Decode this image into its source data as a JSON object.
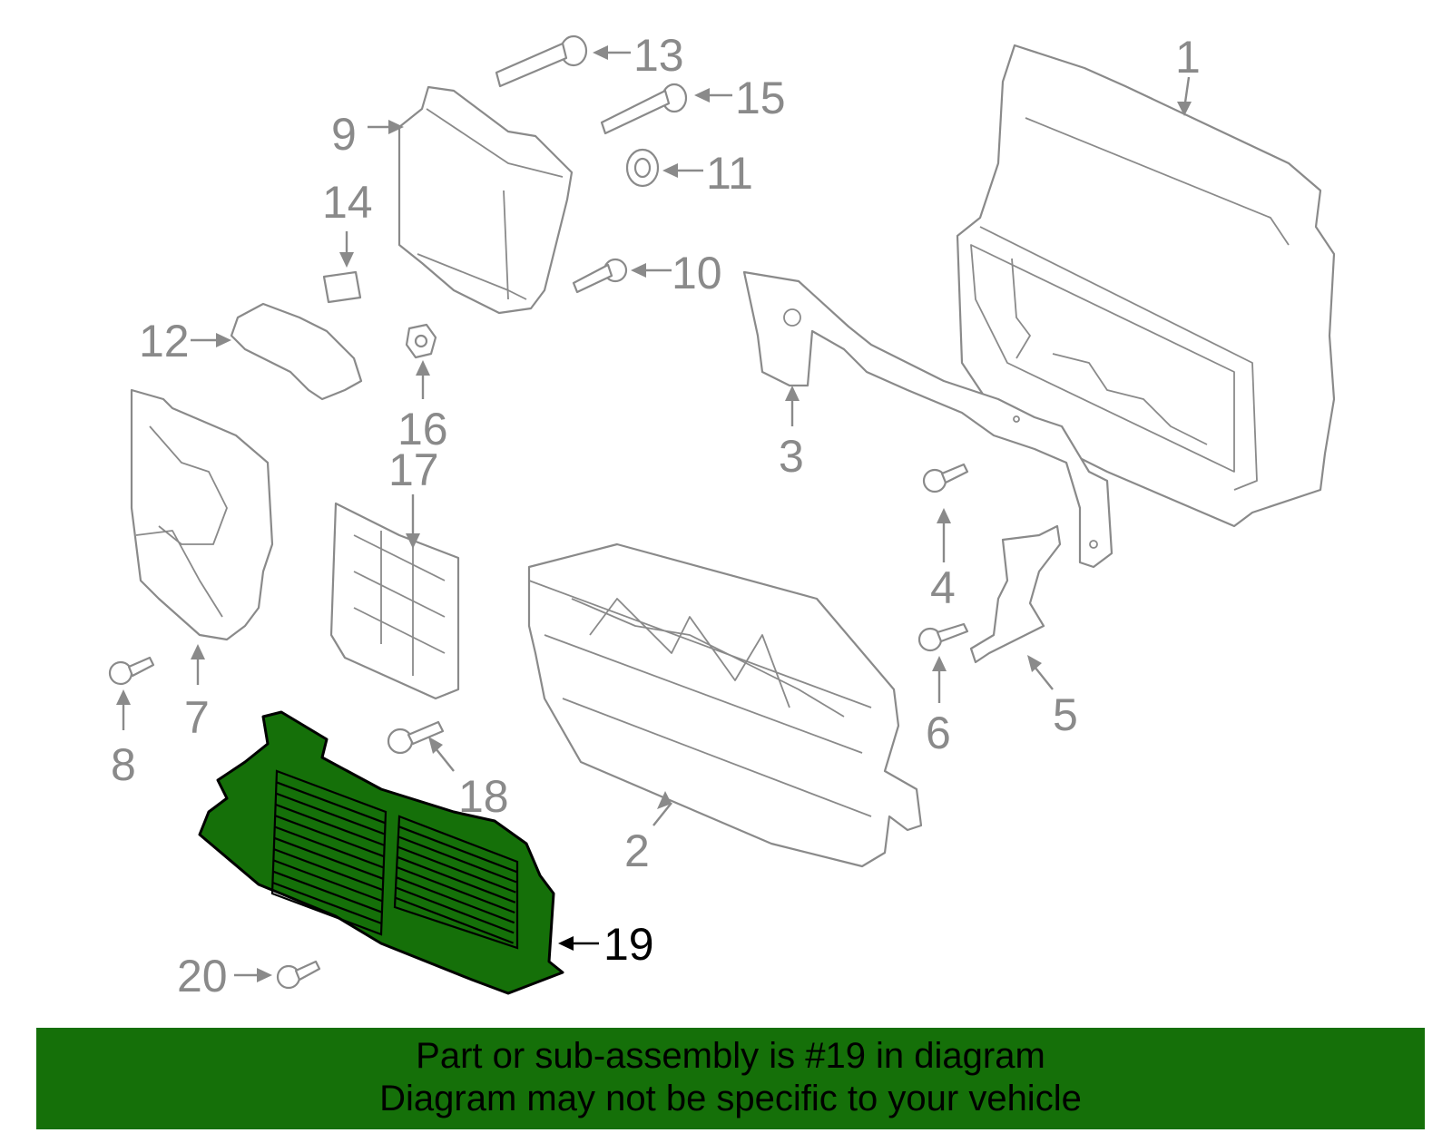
{
  "banner": {
    "line1": "Part or sub-assembly is #19 in diagram",
    "line2": "Diagram may not be specific to your vehicle",
    "background": "#157009"
  },
  "diagram": {
    "highlight_fill": "#157009",
    "part_stroke": "#8a8a8a",
    "callouts": [
      "1",
      "2",
      "3",
      "4",
      "5",
      "6",
      "7",
      "8",
      "9",
      "10",
      "11",
      "12",
      "13",
      "14",
      "15",
      "16",
      "17",
      "18",
      "19",
      "20"
    ],
    "highlighted_callout": "19"
  }
}
